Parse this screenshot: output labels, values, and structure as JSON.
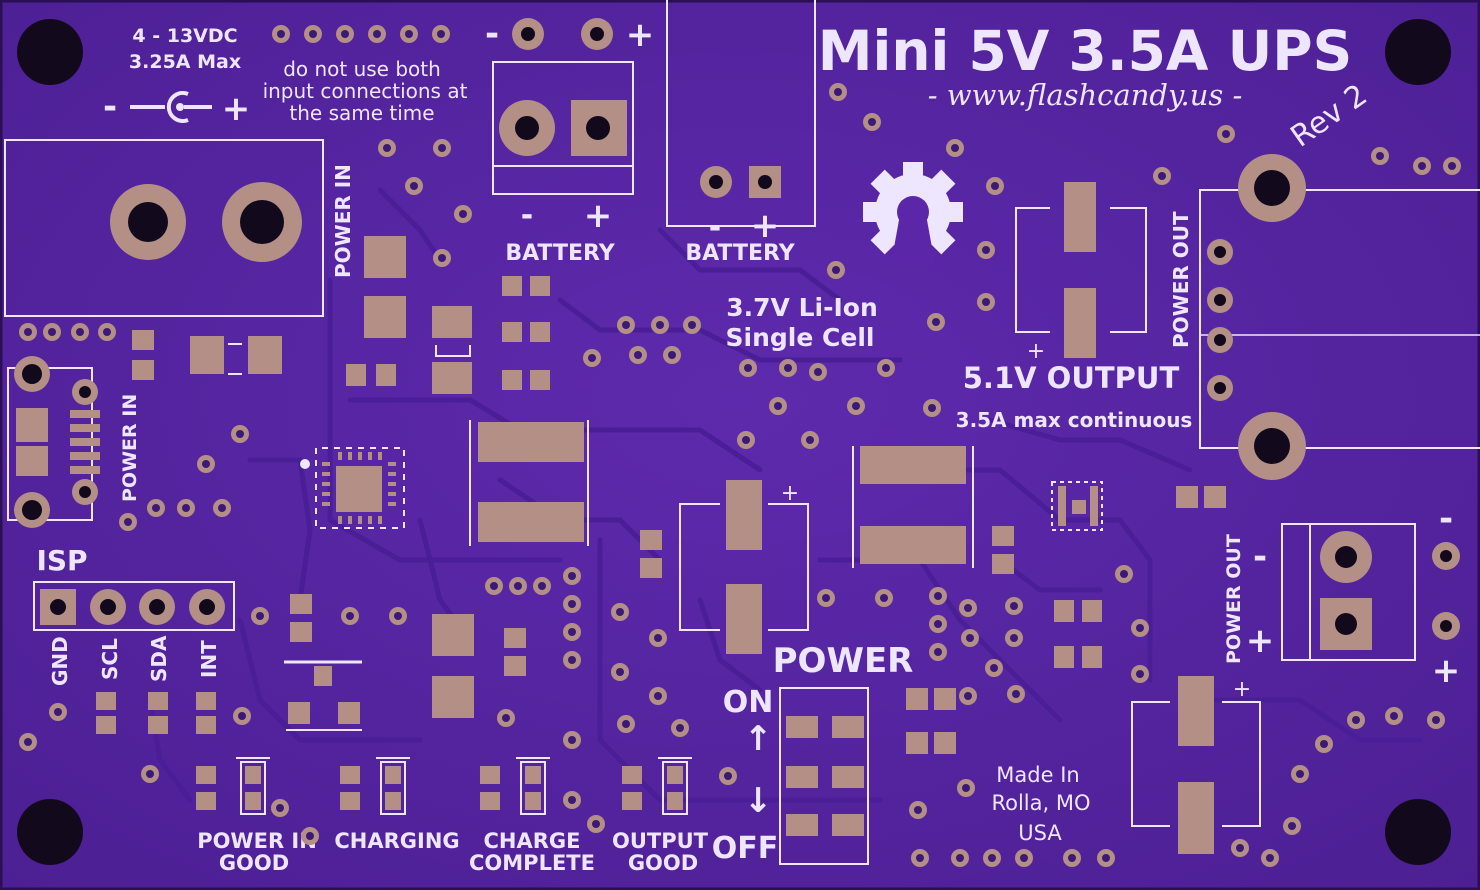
{
  "board": {
    "title": "Mini 5V 3.5A UPS",
    "website": "- www.flashcandy.us -",
    "revision": "Rev 2",
    "colors": {
      "soldermask": "#5b27a8",
      "silkscreen": "#eee6ff",
      "copper_pad": "#b48f86",
      "mounting_hole": "#120a1c"
    }
  },
  "input": {
    "voltage": "4 - 13VDC",
    "current": "3.25A Max",
    "warning_lines": [
      "do not use both",
      "input connections at",
      "the same time"
    ],
    "barrel_minus": "-",
    "barrel_plus": "+",
    "power_in_label": "POWER IN",
    "power_in_label_2": "POWER IN"
  },
  "battery": {
    "label_1": "BATTERY",
    "label_2": "BATTERY",
    "minus": "-",
    "plus": "+",
    "cell_line_1": "3.7V Li-Ion",
    "cell_line_2": "Single Cell"
  },
  "output": {
    "voltage": "5.1V OUTPUT",
    "current": "3.5A max continuous",
    "power_out_label": "POWER OUT",
    "power_out_label_2": "POWER OUT",
    "minus": "-",
    "plus": "+"
  },
  "isp": {
    "title": "ISP",
    "pins": [
      "GND",
      "SCL",
      "SDA",
      "INT"
    ]
  },
  "leds": [
    {
      "line1": "POWER IN",
      "line2": "GOOD"
    },
    {
      "line1": "CHARGING",
      "line2": ""
    },
    {
      "line1": "CHARGE",
      "line2": "COMPLETE"
    },
    {
      "line1": "OUTPUT",
      "line2": "GOOD"
    }
  ],
  "switch": {
    "title": "POWER",
    "on": "ON",
    "off": "OFF",
    "up_arrow": "↑",
    "down_arrow": "↓"
  },
  "origin": {
    "line1": "Made In",
    "line2": "Rolla, MO",
    "line3": "USA"
  },
  "polarity": {
    "plus": "+"
  },
  "icons": [
    "open-hardware-gear-icon",
    "barrel-jack-polarity-icon"
  ]
}
